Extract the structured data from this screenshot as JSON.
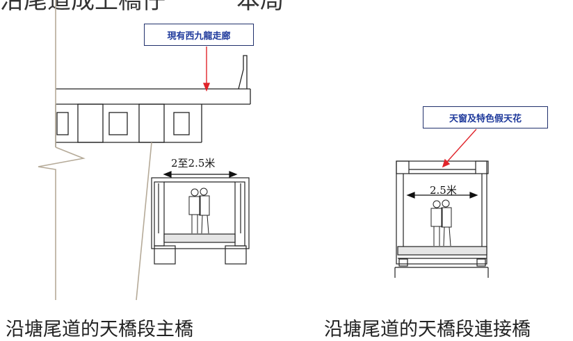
{
  "heading_partial": "沿尾道成上橋仔　　　本局",
  "labels": {
    "corridor_tag": "現有西九龍走廊",
    "skylight_tag": "天窗及特色假天花",
    "main_width": "2至2.5米",
    "link_width": "2.5米"
  },
  "captions": {
    "main_bridge": "沿塘尾道的天橋段主橋",
    "link_bridge": "沿塘尾道的天橋段連接橋"
  },
  "colors": {
    "tag_text": "#1f3a9c",
    "tag_border": "#1f2f6b",
    "pointer": "#e0242b",
    "pillar": "#b5aa98",
    "line": "#222222"
  }
}
